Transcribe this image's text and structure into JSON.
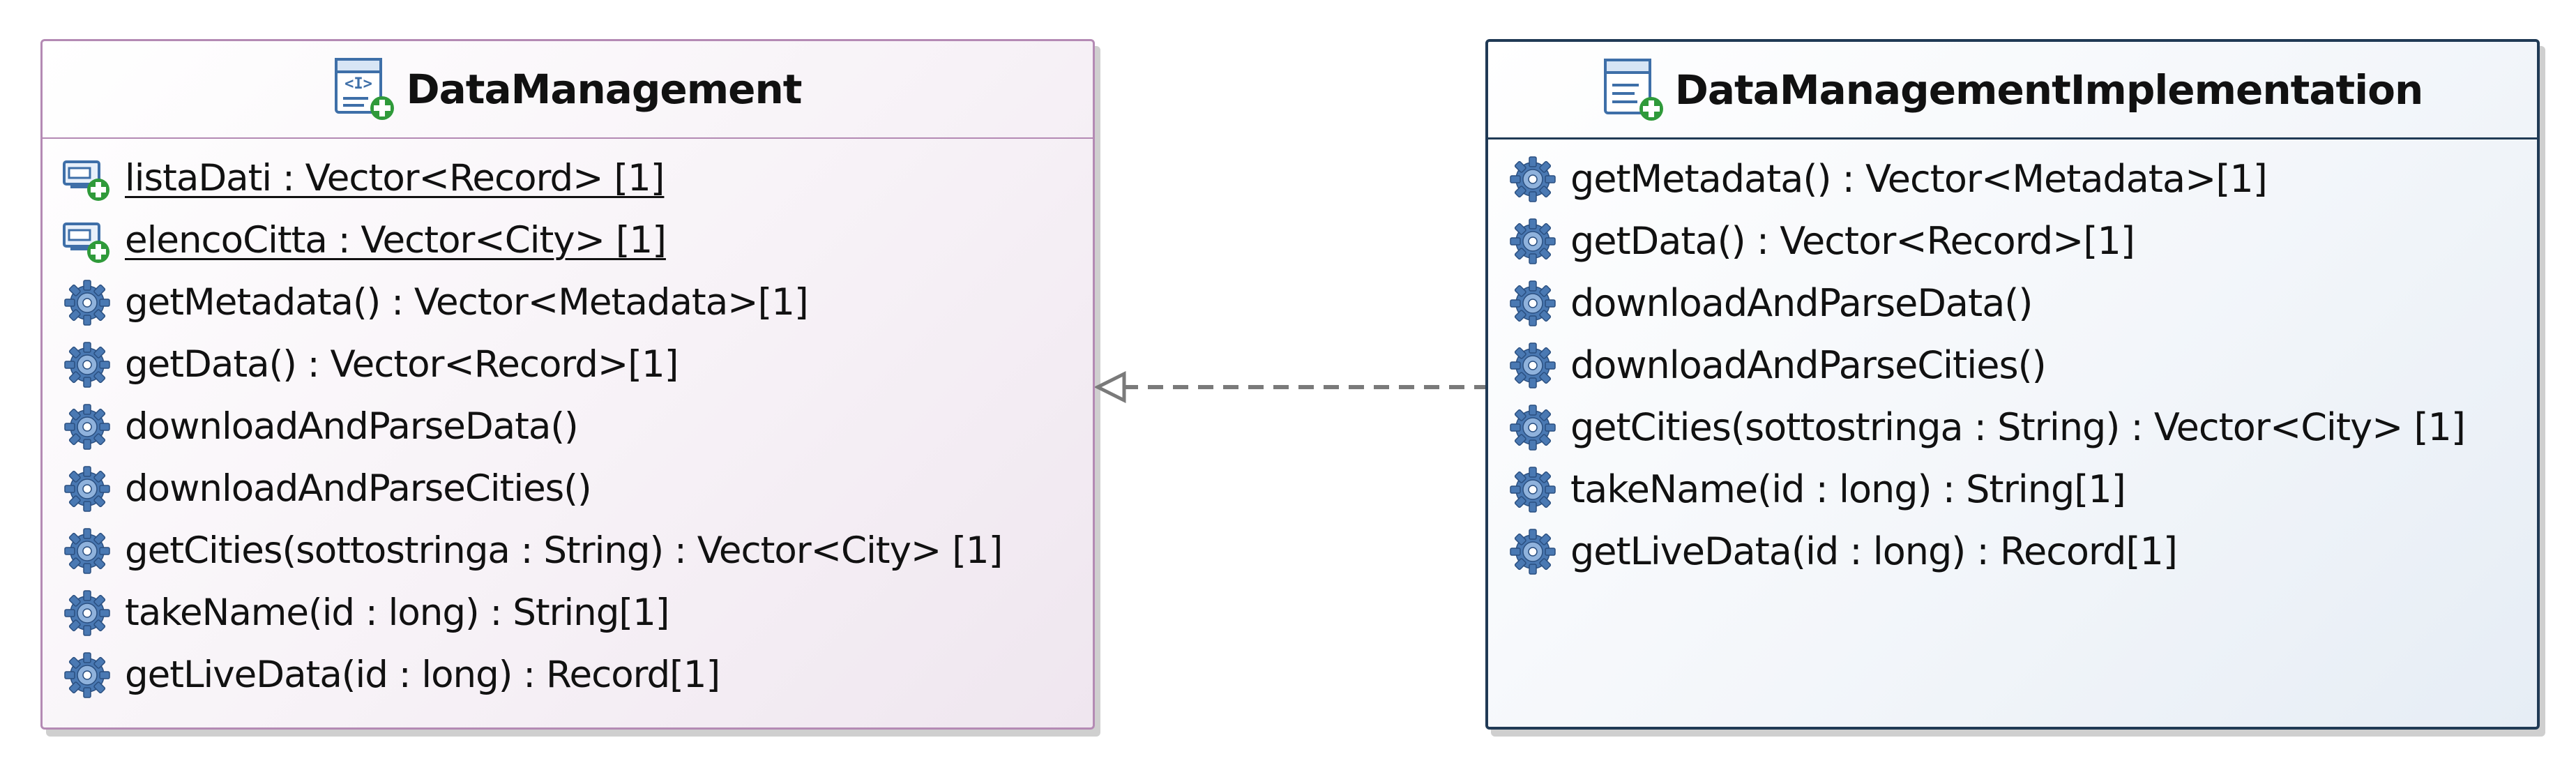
{
  "diagram": {
    "interface": {
      "name": "DataManagement",
      "attributes": [
        {
          "label": "listaDati : Vector<Record> [1]",
          "icon": "static-attribute-icon"
        },
        {
          "label": "elencoCitta : Vector<City>  [1]",
          "icon": "static-attribute-icon"
        }
      ],
      "operations": [
        {
          "label": "getMetadata() : Vector<Metadata>[1]"
        },
        {
          "label": "getData() : Vector<Record>[1]"
        },
        {
          "label": "downloadAndParseData()"
        },
        {
          "label": "downloadAndParseCities()"
        },
        {
          "label": "getCities(sottostringa : String) : Vector<City> [1]"
        },
        {
          "label": "takeName(id : long) : String[1]"
        },
        {
          "label": "getLiveData(id : long) : Record[1]"
        }
      ]
    },
    "class": {
      "name": "DataManagementImplementation",
      "operations": [
        {
          "label": "getMetadata() : Vector<Metadata>[1]"
        },
        {
          "label": "getData() : Vector<Record>[1]"
        },
        {
          "label": "downloadAndParseData()"
        },
        {
          "label": "downloadAndParseCities()"
        },
        {
          "label": "getCities(sottostringa : String) : Vector<City> [1]"
        },
        {
          "label": "takeName(id : long) : String[1]"
        },
        {
          "label": "getLiveData(id : long) : Record[1]"
        }
      ]
    },
    "relationship": {
      "type": "realization",
      "style": "dashed-with-hollow-triangle"
    },
    "colors": {
      "interface_border": "#b48ab4",
      "class_border": "#203a55",
      "operation_icon": "#3e6fa8",
      "plus_icon": "#2f9a3a",
      "connector": "#7a7a7a"
    }
  }
}
